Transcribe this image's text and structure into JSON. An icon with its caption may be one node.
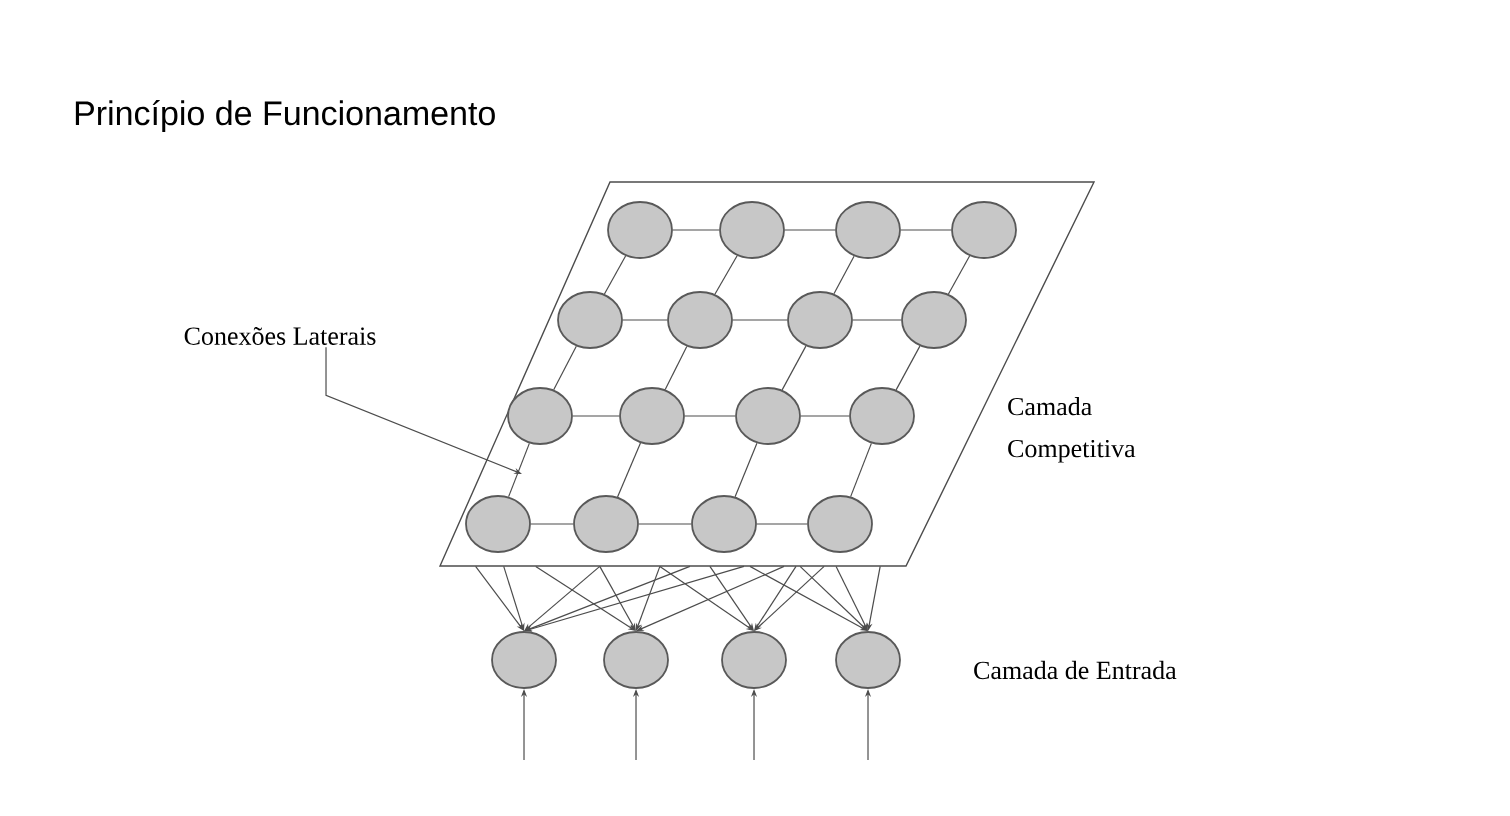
{
  "diagram": {
    "title": "Princípio de Funcionamento",
    "nodes": [
      {
        "text": [],
        "shape": "parallelogram",
        "beside": [
          "Camada Competitiva"
        ]
      },
      {
        "text": [],
        "shape": "circle",
        "in": 0
      },
      {
        "text": [],
        "shape": "circle",
        "in": 0
      },
      {
        "text": [],
        "shape": "circle",
        "in": 0
      },
      {
        "text": [],
        "shape": "circle",
        "in": 0
      },
      {
        "text": [],
        "shape": "circle",
        "in": 0
      },
      {
        "text": [],
        "shape": "circle",
        "in": 0
      },
      {
        "text": [],
        "shape": "circle",
        "in": 0
      },
      {
        "text": [],
        "shape": "circle",
        "in": 0
      },
      {
        "text": [],
        "shape": "circle",
        "in": 0
      },
      {
        "text": [],
        "shape": "circle",
        "in": 0
      },
      {
        "text": [],
        "shape": "circle",
        "in": 0
      },
      {
        "text": [],
        "shape": "circle",
        "in": 0
      },
      {
        "text": [],
        "shape": "circle",
        "in": 0
      },
      {
        "text": [],
        "shape": "circle",
        "in": 0
      },
      {
        "text": [],
        "shape": "circle",
        "in": 0
      },
      {
        "text": [],
        "shape": "circle",
        "in": 0
      },
      {
        "text": [],
        "shape": "circle"
      },
      {
        "text": [],
        "shape": "circle"
      },
      {
        "text": [],
        "shape": "circle"
      },
      {
        "text": [],
        "shape": "circle"
      },
      {
        "text": [
          "Conexões Laterais"
        ]
      }
    ],
    "edges": [
      {
        "from": 1,
        "to": 2,
        "arrow": "none"
      },
      {
        "from": 2,
        "to": 3,
        "arrow": "none"
      },
      {
        "from": 3,
        "to": 4,
        "arrow": "none"
      },
      {
        "from": 5,
        "to": 6,
        "arrow": "none"
      },
      {
        "from": 6,
        "to": 7,
        "arrow": "none"
      },
      {
        "from": 7,
        "to": 8,
        "arrow": "none"
      },
      {
        "from": 9,
        "to": 10,
        "arrow": "none"
      },
      {
        "from": 10,
        "to": 11,
        "arrow": "none"
      },
      {
        "from": 11,
        "to": 12,
        "arrow": "none"
      },
      {
        "from": 13,
        "to": 14,
        "arrow": "none"
      },
      {
        "from": 14,
        "to": 15,
        "arrow": "none"
      },
      {
        "from": 15,
        "to": 16,
        "arrow": "none"
      },
      {
        "from": 1,
        "to": 5,
        "arrow": "none"
      },
      {
        "from": 2,
        "to": 6,
        "arrow": "none"
      },
      {
        "from": 3,
        "to": 7,
        "arrow": "none"
      },
      {
        "from": 4,
        "to": 8,
        "arrow": "none"
      },
      {
        "from": 5,
        "to": 9,
        "arrow": "none"
      },
      {
        "from": 6,
        "to": 10,
        "arrow": "none"
      },
      {
        "from": 7,
        "to": 11,
        "arrow": "none"
      },
      {
        "from": 8,
        "to": 12,
        "arrow": "none"
      },
      {
        "from": 9,
        "to": 13,
        "arrow": "none"
      },
      {
        "from": 10,
        "to": 14,
        "arrow": "none"
      },
      {
        "from": 11,
        "to": 15,
        "arrow": "none"
      },
      {
        "from": 12,
        "to": 16,
        "arrow": "none"
      },
      {
        "from": 0,
        "to": 17,
        "arrow": "to"
      },
      {
        "from": 0,
        "to": 17,
        "arrow": "to"
      },
      {
        "from": 0,
        "to": 17,
        "arrow": "to"
      },
      {
        "from": 0,
        "to": 17,
        "arrow": "to"
      },
      {
        "from": 0,
        "to": 17,
        "arrow": "to"
      },
      {
        "from": 0,
        "to": 18,
        "arrow": "to"
      },
      {
        "from": 0,
        "to": 18,
        "arrow": "to"
      },
      {
        "from": 0,
        "to": 18,
        "arrow": "to"
      },
      {
        "from": 0,
        "to": 18,
        "arrow": "to"
      },
      {
        "from": 0,
        "to": 19,
        "arrow": "to"
      },
      {
        "from": 0,
        "to": 19,
        "arrow": "to"
      },
      {
        "from": 0,
        "to": 19,
        "arrow": "to"
      },
      {
        "from": 0,
        "to": 19,
        "arrow": "to"
      },
      {
        "from": 0,
        "to": 20,
        "arrow": "to"
      },
      {
        "from": 0,
        "to": 20,
        "arrow": "to"
      },
      {
        "from": 0,
        "to": 20,
        "arrow": "to"
      },
      {
        "from": 0,
        "to": 20,
        "arrow": "to"
      },
      {
        "from": null,
        "to": 17,
        "arrow": "to"
      },
      {
        "from": null,
        "to": 18,
        "arrow": "to"
      },
      {
        "from": null,
        "to": 19,
        "arrow": "to"
      },
      {
        "from": null,
        "to": 20,
        "arrow": "to"
      },
      {
        "from": 21,
        "to": null,
        "arrow": "to"
      }
    ],
    "labels": [
      "Camada de Entrada"
    ]
  }
}
